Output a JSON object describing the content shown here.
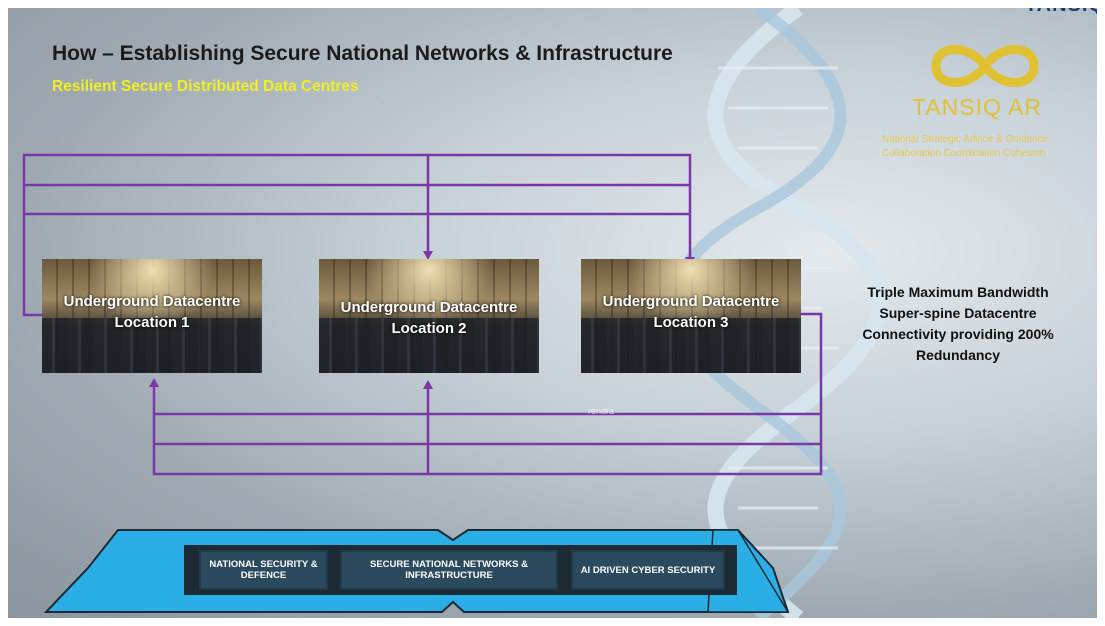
{
  "slide": {
    "corner_logo": "TANSIQ",
    "title": "How – Establishing Secure National Networks & Infrastructure",
    "subtitle": "Resilient Secure Distributed Data Centres",
    "logo": {
      "name": "TANSIQ AR",
      "tagline": "National Strategic Advice & Guidance Collaboration Coordination Cohesion"
    }
  },
  "datacentres": [
    {
      "line1": "Underground Datacentre",
      "line2": "Location 1"
    },
    {
      "line1": "Underground Datacentre",
      "line2": "Location 2"
    },
    {
      "line1": "Underground Datacentre",
      "line2": "Location 3"
    }
  ],
  "side_note": "Triple Maximum Bandwidth Super-spine Datacentre Connectivity providing 200% Redundancy",
  "pillars": [
    "NATIONAL SECURITY & DEFENCE",
    "SECURE NATIONAL NETWORKS & INFRASTRUCTURE",
    "AI DRIVEN CYBER SECURITY"
  ],
  "faint_text": "rendra",
  "colors": {
    "connector": "#7a37a6",
    "band": "#2aaee6",
    "pillar": "#2b4a5e",
    "subtitle": "#f2ef22",
    "logo_gold": "#e0c133"
  }
}
